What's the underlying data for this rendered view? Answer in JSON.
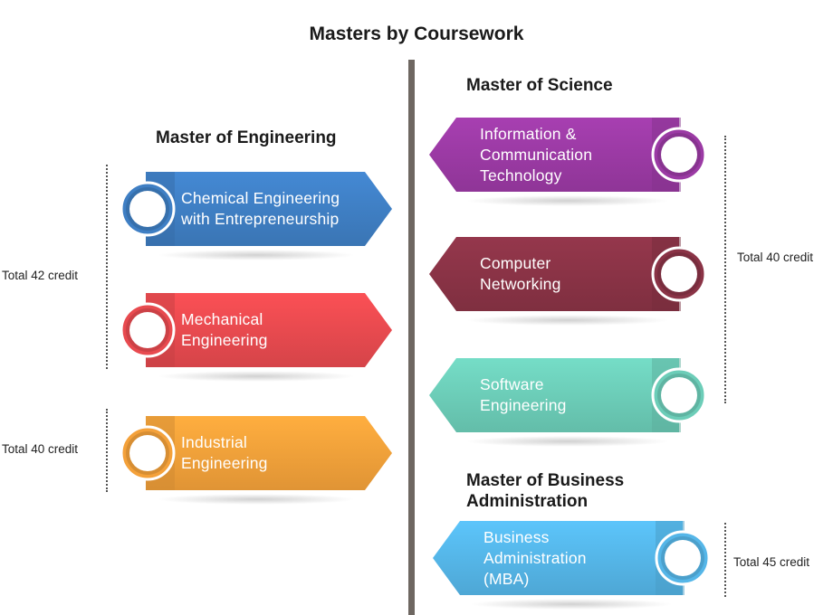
{
  "title": "Masters by Coursework",
  "engineering": {
    "heading": "Master of Engineering",
    "programs": [
      {
        "label": "Chemical Engineering\nwith Entrepreneurship",
        "color": "#3f7fc4"
      },
      {
        "label": "Mechanical\nEngineering",
        "color": "#e84a4f"
      },
      {
        "label": "Industrial\nEngineering",
        "color": "#f4a13a"
      }
    ],
    "totals": [
      "Total 42 credit",
      "Total 40 credit"
    ]
  },
  "science": {
    "heading": "Master of Science",
    "programs": [
      {
        "label": "Information &\nCommunication\nTechnology",
        "color": "#9b3aa4"
      },
      {
        "label": "Computer\nNetworking",
        "color": "#8a3346"
      },
      {
        "label": "Software\nEngineering",
        "color": "#6ccdb8"
      }
    ],
    "total": "Total 40 credit"
  },
  "business": {
    "heading": "Master of Business\nAdministration",
    "programs": [
      {
        "label": "Business\nAdministration\n(MBA)",
        "color": "#55b6e8"
      }
    ],
    "total": "Total 45 credit"
  }
}
